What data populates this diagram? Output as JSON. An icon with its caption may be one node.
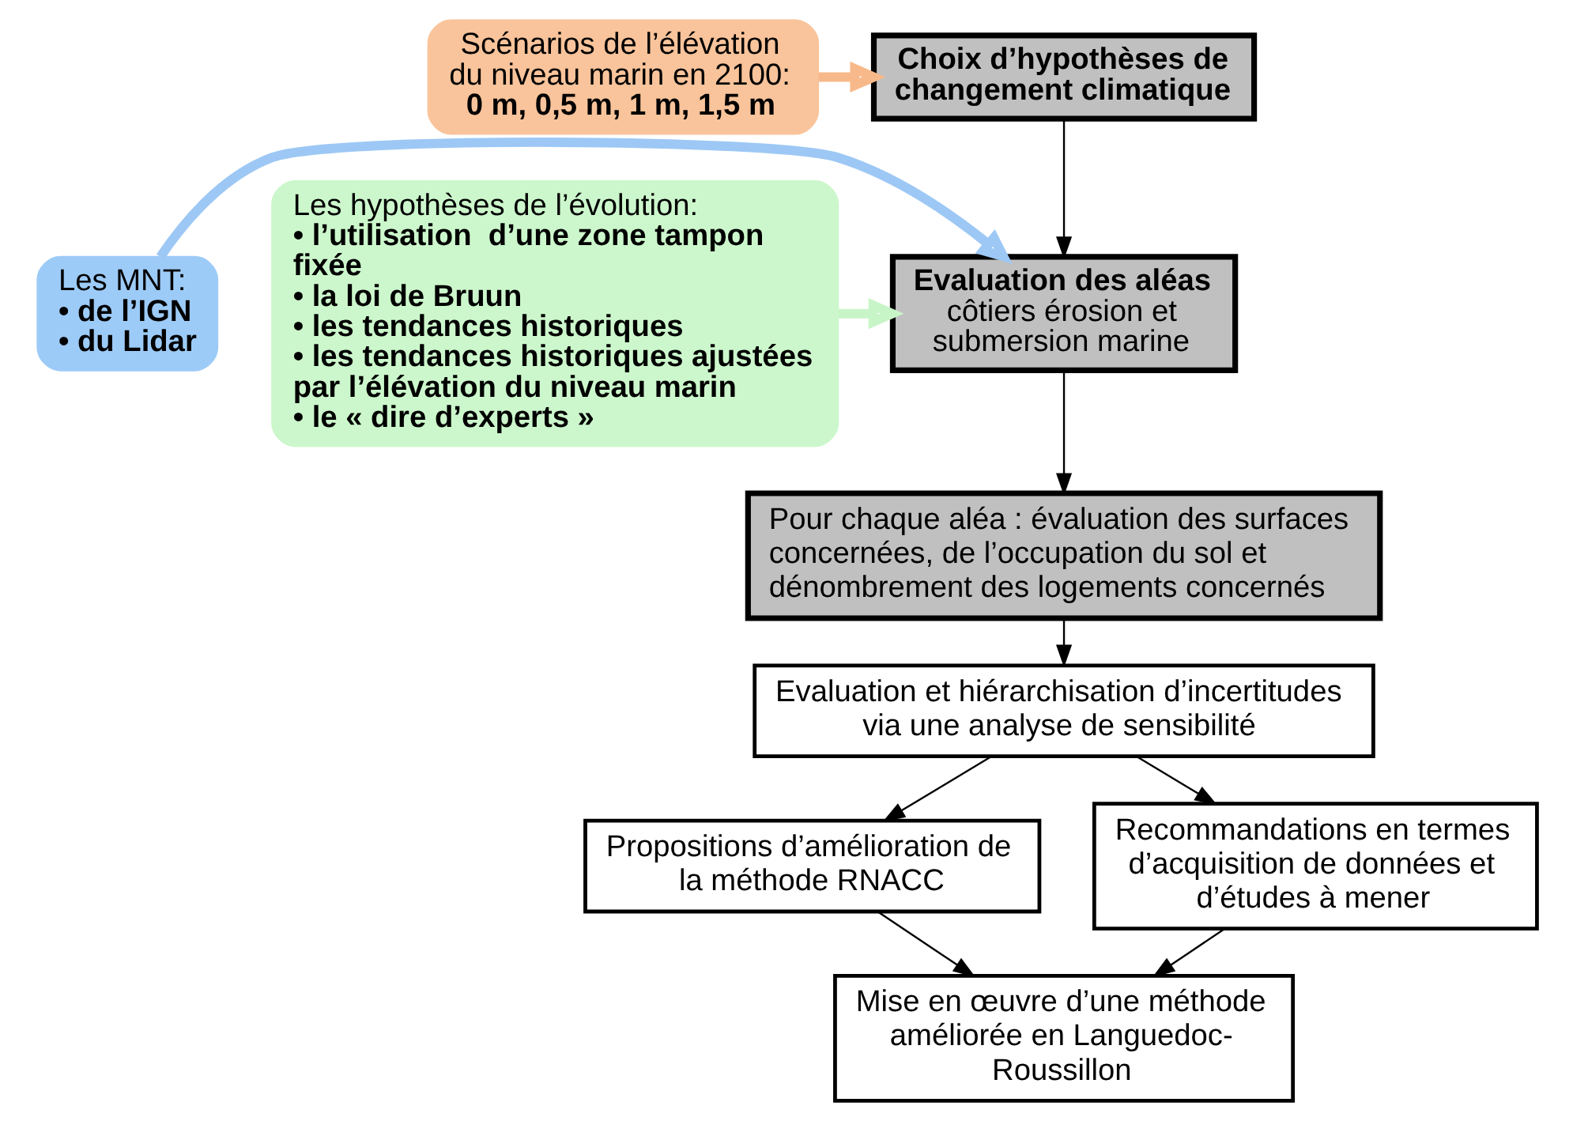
{
  "diagram": {
    "nodes": [
      {
        "text": [
          "Choix d’hypothèses de changement climatique"
        ]
      },
      {
        "text": [
          "Scénarios de l’élévation du niveau marin en 2100:",
          "0 m, 0,5 m, 1 m, 1,5 m"
        ]
      },
      {
        "text": [
          "Les MNT:",
          "• de l’IGN",
          "• du Lidar"
        ]
      },
      {
        "text": [
          "Evaluation des aléas",
          "côtiers érosion et submersion marine"
        ]
      },
      {
        "text": [
          "Les hypothèses de l’évolution:",
          "• l’utilisation  d’une zone tampon fixée",
          "• la loi de Bruun",
          "• les tendances historiques",
          "• les tendances historiques ajustées par l’élévation du niveau marin",
          "• le « dire d’experts »"
        ]
      },
      {
        "text": [
          "Pour chaque aléa : évaluation des surfaces concernées, de l’occupation du sol et dénombrement des logements concernés"
        ]
      },
      {
        "text": [
          "Evaluation et hiérarchisation d’incertitudes via une analyse de sensibilité"
        ]
      },
      {
        "text": [
          "Propositions d’amélioration de la méthode RNACC"
        ]
      },
      {
        "text": [
          "Recommandations en termes d’acquisition de données et d’études à mener"
        ]
      },
      {
        "text": [
          "Mise en œuvre d’une méthode améliorée en Languedoc-Roussillon"
        ]
      }
    ],
    "edges": [
      {
        "from": 1,
        "to": 0,
        "arrow": "to",
        "style": "thick",
        "color": "#f8b98a"
      },
      {
        "from": 0,
        "to": 3,
        "arrow": "to"
      },
      {
        "from": 2,
        "to": 3,
        "arrow": "to",
        "style": "thick",
        "color": "#9dc8f5"
      },
      {
        "from": 4,
        "to": 3,
        "arrow": "to",
        "style": "thick",
        "color": "#c8f5c8"
      },
      {
        "from": 3,
        "to": 5,
        "arrow": "to"
      },
      {
        "from": 5,
        "to": 6,
        "arrow": "to"
      },
      {
        "from": 6,
        "to": 7,
        "arrow": "to"
      },
      {
        "from": 6,
        "to": 8,
        "arrow": "to"
      },
      {
        "from": 7,
        "to": 9,
        "arrow": "to"
      },
      {
        "from": 8,
        "to": 9,
        "arrow": "to"
      }
    ]
  }
}
